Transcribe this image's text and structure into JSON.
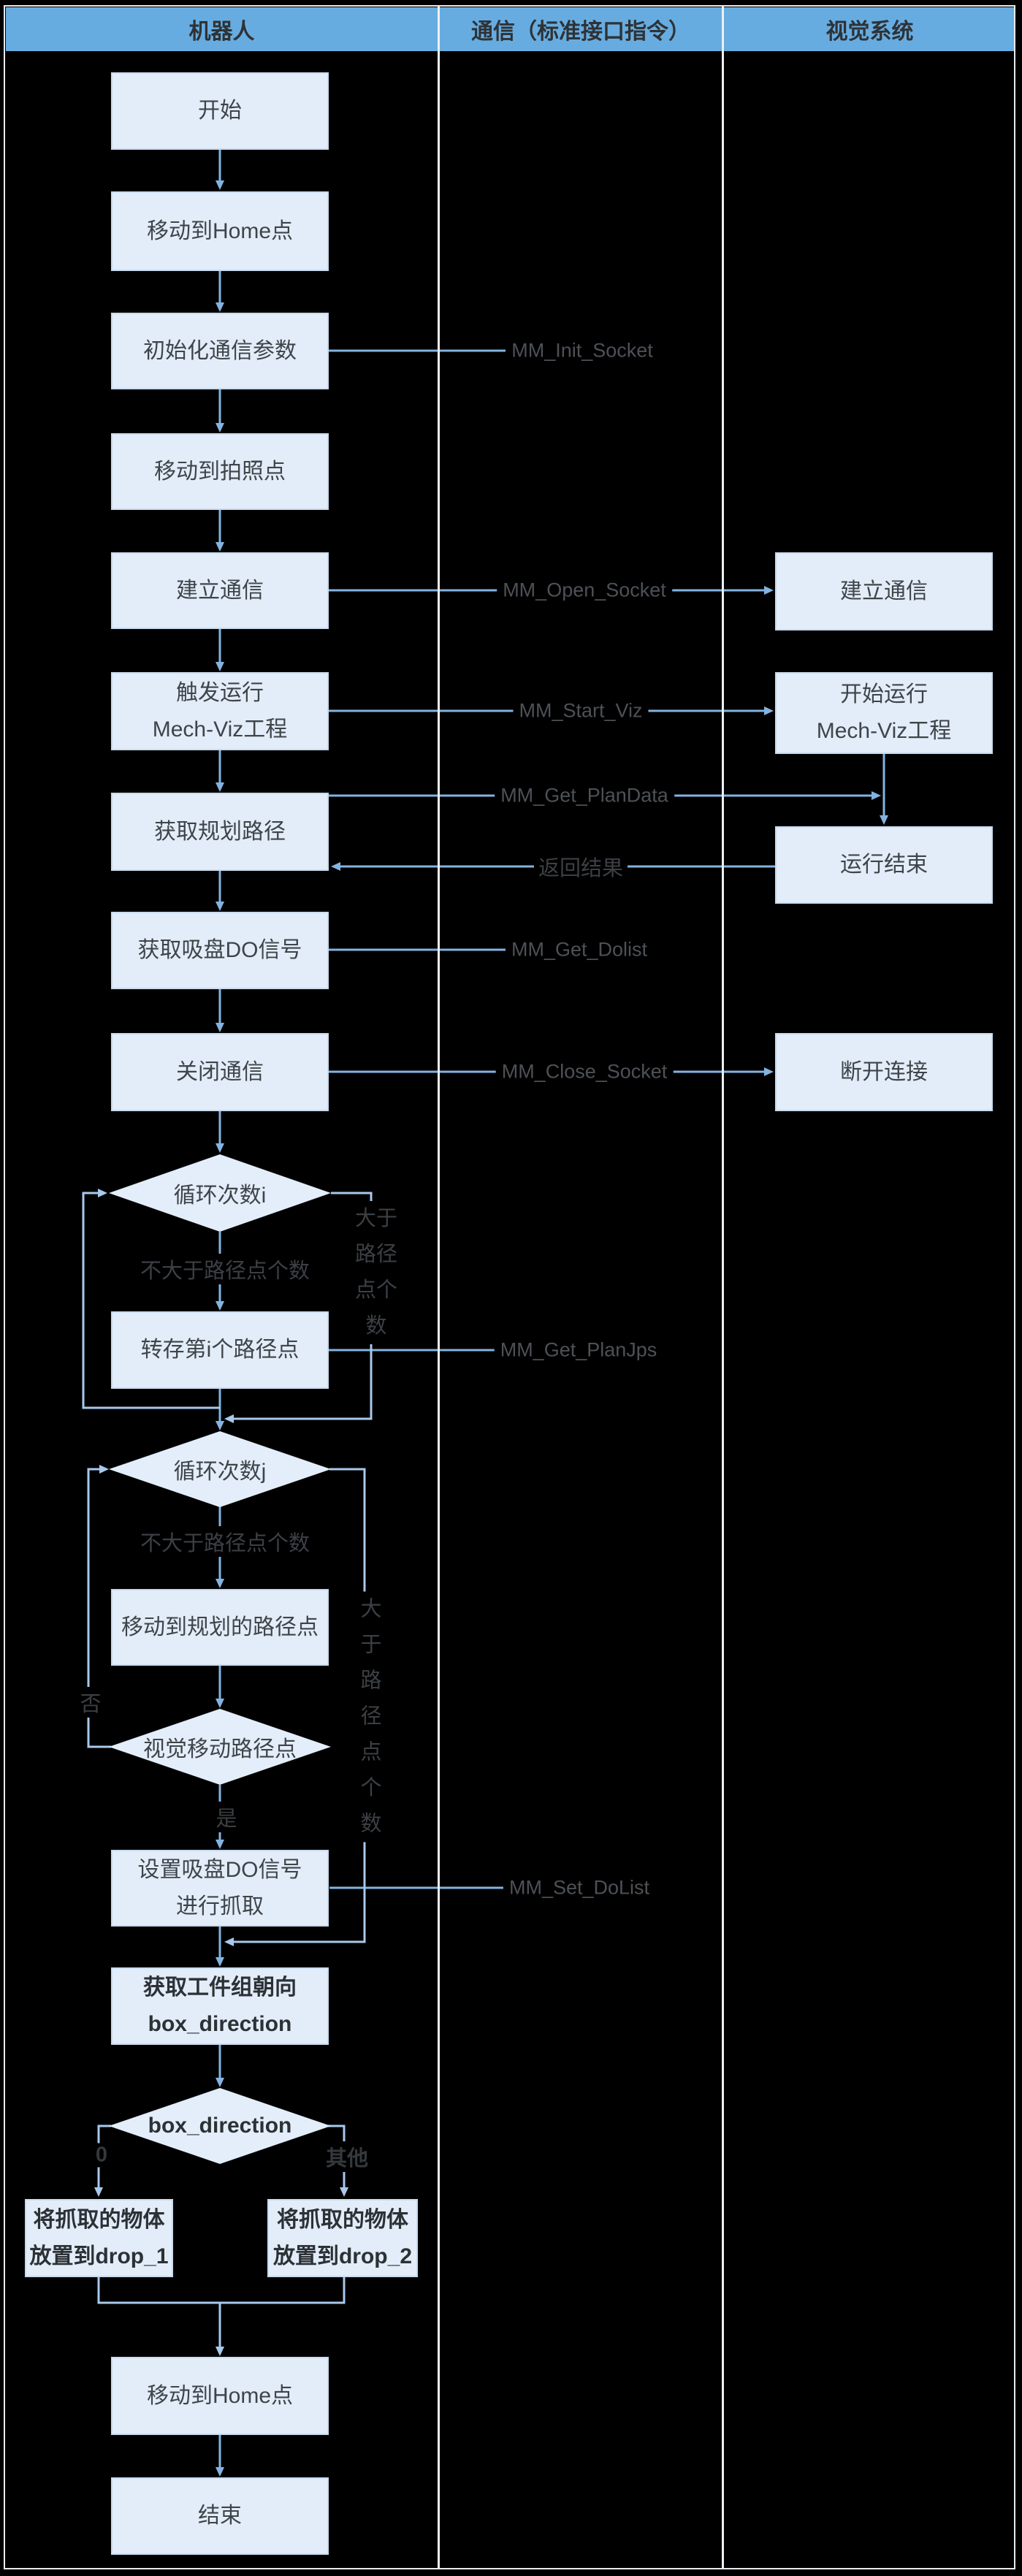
{
  "header": {
    "columns": [
      "机器人",
      "通信（标准接口指令）",
      "视觉系统"
    ]
  },
  "colors": {
    "header_bg": "#67ace0",
    "node_fill": "#e2edf9",
    "node_border": "#c9dbee",
    "wire_main": "#83b3e1",
    "wire_branch": "#a9c9ec",
    "label_gray": "#4d5156"
  },
  "nodes": {
    "start": {
      "label": "开始"
    },
    "move_home_1": {
      "label": "移动到Home点"
    },
    "init_params": {
      "label": "初始化通信参数"
    },
    "move_photo": {
      "label": "移动到拍照点"
    },
    "open_comm_robot": {
      "label": "建立通信"
    },
    "trigger_viz": {
      "lines": [
        "触发运行",
        "Mech-Viz工程"
      ]
    },
    "get_plan_path": {
      "label": "获取规划路径"
    },
    "get_do_signal": {
      "label": "获取吸盘DO信号"
    },
    "close_comm": {
      "label": "关闭通信"
    },
    "loop_i": {
      "label": "循环次数i"
    },
    "save_waypoint": {
      "label": "转存第i个路径点"
    },
    "loop_j": {
      "label": "循环次数j"
    },
    "move_planned": {
      "label": "移动到规划的路径点"
    },
    "vision_move_check": {
      "label": "视觉移动路径点"
    },
    "set_do": {
      "lines": [
        "设置吸盘DO信号",
        "进行抓取"
      ]
    },
    "get_orientation": {
      "lines": [
        "获取工件组朝向",
        "box_direction"
      ]
    },
    "box_direction_check": {
      "label": "box_direction"
    },
    "drop1": {
      "lines": [
        "将抓取的物体",
        "放置到drop_1"
      ]
    },
    "drop2": {
      "lines": [
        "将抓取的物体",
        "放置到drop_2"
      ]
    },
    "move_home_2": {
      "label": "移动到Home点"
    },
    "end": {
      "label": "结束"
    },
    "vision_open_comm": {
      "label": "建立通信"
    },
    "vision_start_viz": {
      "lines": [
        "开始运行",
        "Mech-Viz工程"
      ]
    },
    "vision_run_end": {
      "label": "运行结束"
    },
    "vision_disconnect": {
      "label": "断开连接"
    }
  },
  "edge_labels": {
    "mm_init_socket": "MM_Init_Socket",
    "mm_open_socket": "MM_Open_Socket",
    "mm_start_viz": "MM_Start_Viz",
    "mm_get_plandata": "MM_Get_PlanData",
    "return_result": "返回结果",
    "mm_get_dolist": "MM_Get_Dolist",
    "mm_close_socket": "MM_Close_Socket",
    "mm_get_planjps": "MM_Get_PlanJps",
    "mm_set_dolist": "MM_Set_DoList",
    "not_greater_i": "不大于路径点个数",
    "greater_i_lines": [
      "大于",
      "路径",
      "点个",
      "数"
    ],
    "not_greater_j": "不大于路径点个数",
    "greater_j_lines": [
      "大",
      "于",
      "路",
      "径",
      "点",
      "个",
      "数"
    ],
    "no": "否",
    "yes": "是",
    "zero": "0",
    "other": "其他"
  }
}
